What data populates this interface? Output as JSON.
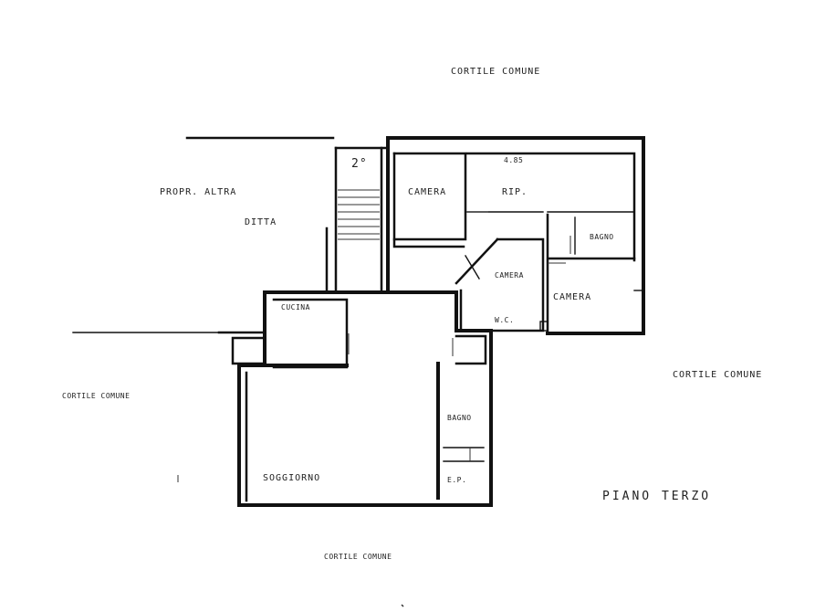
{
  "labels": {
    "cortile_top": "CORTILE COMUNE",
    "cortile_right": "CORTILE COMUNE",
    "cortile_left": "CORTILE COMUNE",
    "cortile_bottom": "CORTILE COMUNE",
    "propr_altra": "PROPR. ALTRA",
    "ditta": "DITTA",
    "stair_floor": "2°",
    "camera_1": "CAMERA",
    "rip": "RIP.",
    "dimension": "4.85",
    "bagno_1": "BAGNO",
    "camera_2": "CAMERA",
    "camera_3": "CAMERA",
    "wc": "W.C.",
    "cucina": "CUCINA",
    "bagno_2": "BAGNO",
    "soggiorno": "SOGGIORNO",
    "ep": "E.P.",
    "piano": "PIANO TERZO"
  },
  "colors": {
    "ink": "#111111",
    "paper": "#ffffff"
  }
}
